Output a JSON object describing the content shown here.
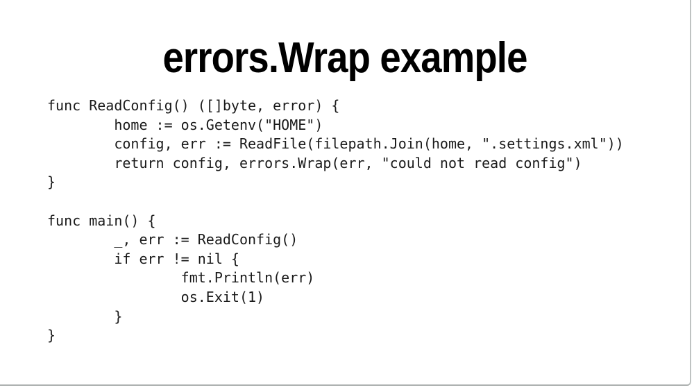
{
  "slide": {
    "title": "errors.Wrap example",
    "code": {
      "lines": [
        "func ReadConfig() ([]byte, error) {",
        "        home := os.Getenv(\"HOME\")",
        "        config, err := ReadFile(filepath.Join(home, \".settings.xml\"))",
        "        return config, errors.Wrap(err, \"could not read config\")",
        "}",
        "",
        "func main() {",
        "        _, err := ReadConfig()",
        "        if err != nil {",
        "                fmt.Println(err)",
        "                os.Exit(1)",
        "        }",
        "}"
      ]
    }
  },
  "colors": {
    "background": "#ffffff",
    "slide_edge": "#b5b9b8",
    "title_text": "#000000",
    "code_text": "#1a1a1a"
  }
}
